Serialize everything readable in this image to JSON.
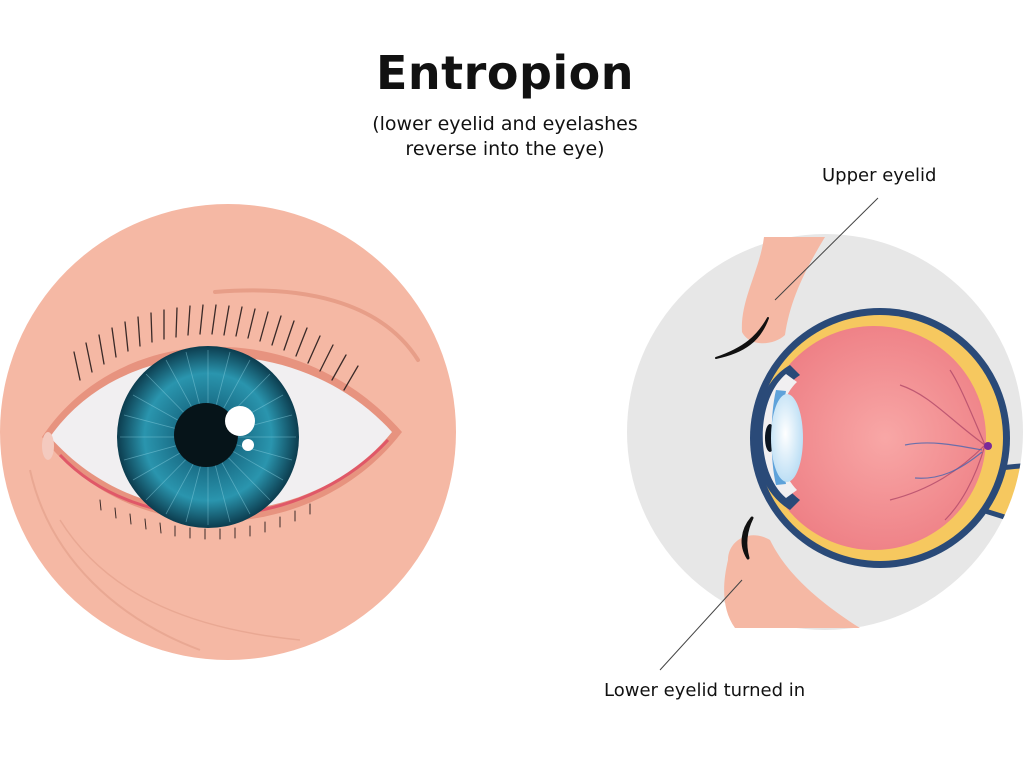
{
  "diagram": {
    "title": "Entropion",
    "subtitle_line1": "(lower eyelid and eyelashes",
    "subtitle_line2": "reverse into the eye)",
    "callouts": {
      "upper_eyelid": "Upper eyelid",
      "lower_eyelid": "Lower eyelid turned in"
    }
  },
  "colors": {
    "skin": "#f5b8a4",
    "iris": "#1e7d95",
    "sclera": "#f1eff1",
    "eyeball_fill": "#f08b8e",
    "eyeball_outline": "#2a4a78",
    "cornea": "#6cb6e6",
    "background_circle": "#e7e7e7",
    "yellow_layer": "#f6c85f"
  },
  "icons": {
    "front_view": "eye-front-view-illustration",
    "cross_section": "eye-cross-section-illustration"
  }
}
